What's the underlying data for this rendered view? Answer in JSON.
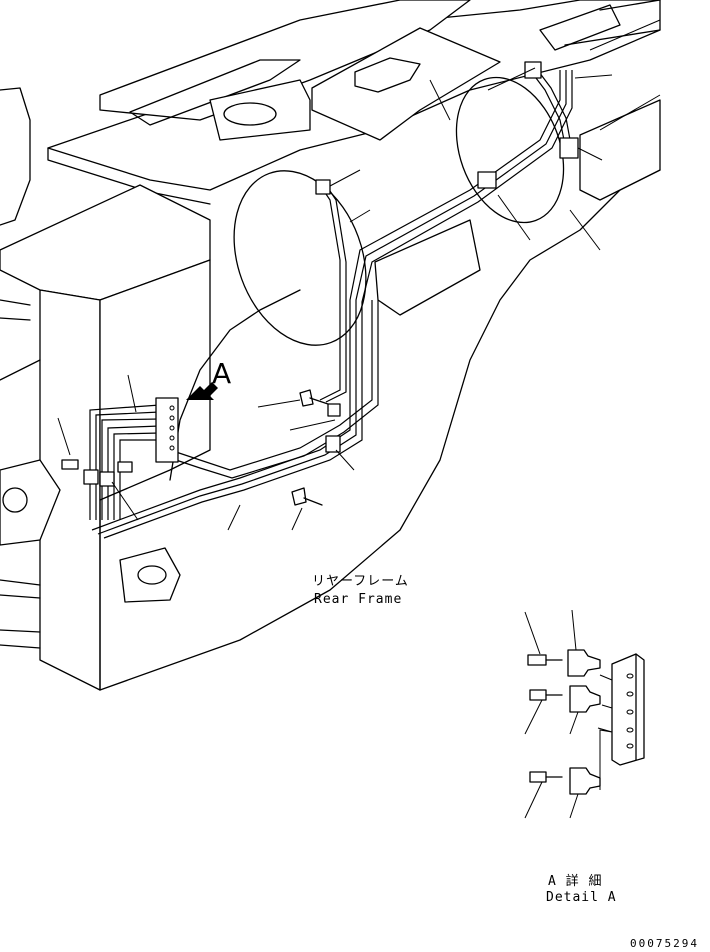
{
  "diagram": {
    "view_label": "A",
    "frame_label_jp": "リヤーフレーム",
    "frame_label_en": "Rear Frame",
    "detail_label_jp": "A 詳 細",
    "detail_label_en": "Detail A",
    "drawing_number": "00075294"
  }
}
